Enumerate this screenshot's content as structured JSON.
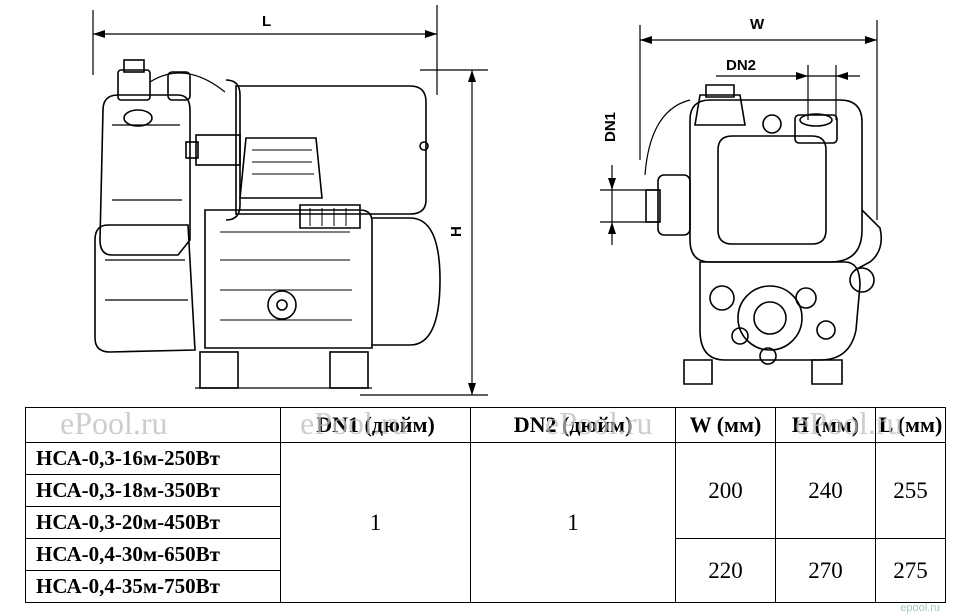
{
  "drawing": {
    "left_view": {
      "length_label": "L",
      "height_label": "H"
    },
    "right_view": {
      "width_label": "W",
      "dn1_label": "DN1",
      "dn2_label": "DN2"
    }
  },
  "table": {
    "headers": [
      "",
      "DN1 (дюйм)",
      "DN2 (дюйм)",
      "W (мм)",
      "H (мм)",
      "L (мм)"
    ],
    "models": [
      "НСА-0,3-16м-250Вт",
      "НСА-0,3-18м-350Вт",
      "НСА-0,3-20м-450Вт",
      "НСА-0,4-30м-650Вт",
      "НСА-0,4-35м-750Вт"
    ],
    "dn1": "1",
    "dn2": "1",
    "group1": {
      "w": "200",
      "h": "240",
      "l": "255"
    },
    "group2": {
      "w": "220",
      "h": "270",
      "l": "275"
    }
  },
  "watermarks": [
    "ePool.ru",
    "ePool.ru",
    "ePool.ru",
    "ePool.ru"
  ],
  "corner_watermark": "epool.ru"
}
